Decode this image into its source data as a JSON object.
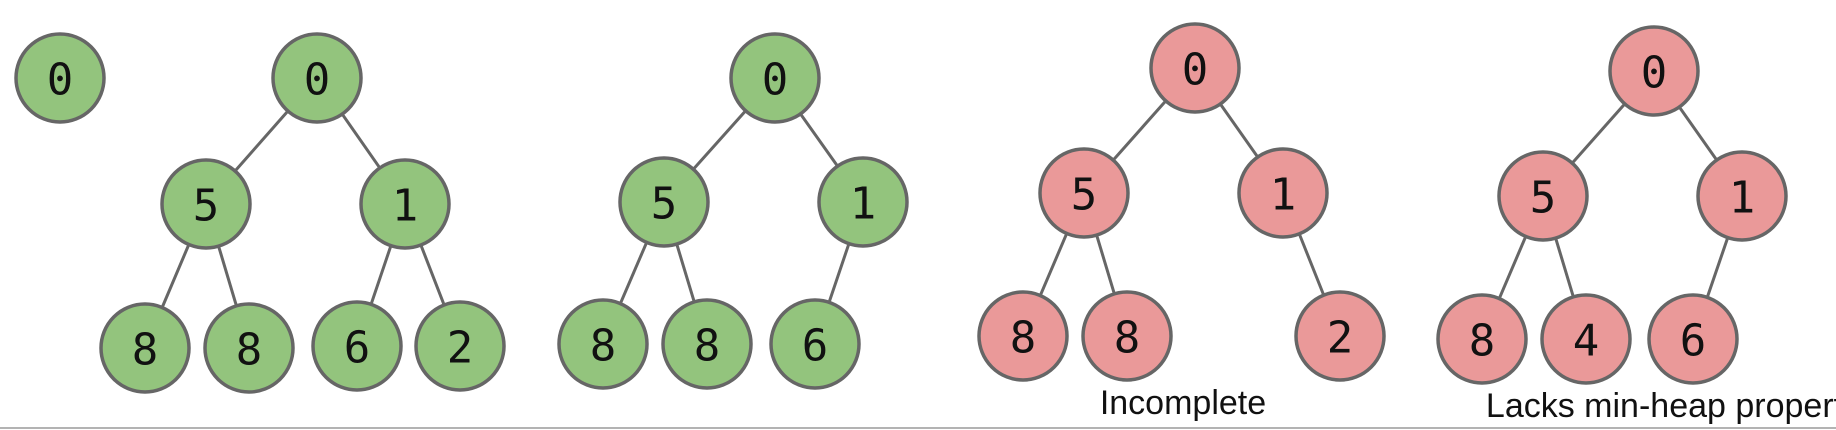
{
  "colors": {
    "valid_fill": "#93c47d",
    "invalid_fill": "#ea9999",
    "stroke": "#666666"
  },
  "trees": [
    {
      "status": "valid",
      "caption": "",
      "nodes": [
        {
          "label": "0"
        }
      ],
      "edges": []
    },
    {
      "status": "valid",
      "caption": "",
      "nodes": [
        {
          "label": "0"
        },
        {
          "label": "5"
        },
        {
          "label": "1"
        },
        {
          "label": "8"
        },
        {
          "label": "8"
        },
        {
          "label": "6"
        },
        {
          "label": "2"
        }
      ],
      "edges": [
        [
          0,
          1
        ],
        [
          0,
          2
        ],
        [
          1,
          3
        ],
        [
          1,
          4
        ],
        [
          2,
          5
        ],
        [
          2,
          6
        ]
      ]
    },
    {
      "status": "valid",
      "caption": "",
      "nodes": [
        {
          "label": "0"
        },
        {
          "label": "5"
        },
        {
          "label": "1"
        },
        {
          "label": "8"
        },
        {
          "label": "8"
        },
        {
          "label": "6"
        }
      ],
      "edges": [
        [
          0,
          1
        ],
        [
          0,
          2
        ],
        [
          1,
          3
        ],
        [
          1,
          4
        ],
        [
          2,
          5
        ]
      ]
    },
    {
      "status": "invalid",
      "caption": "Incomplete",
      "nodes": [
        {
          "label": "0"
        },
        {
          "label": "5"
        },
        {
          "label": "1"
        },
        {
          "label": "8"
        },
        {
          "label": "8"
        },
        {
          "label": "2"
        }
      ],
      "edges": [
        [
          0,
          1
        ],
        [
          0,
          2
        ],
        [
          1,
          3
        ],
        [
          1,
          4
        ],
        [
          2,
          5
        ]
      ]
    },
    {
      "status": "invalid",
      "caption": "Lacks min-heap property",
      "nodes": [
        {
          "label": "0"
        },
        {
          "label": "5"
        },
        {
          "label": "1"
        },
        {
          "label": "8"
        },
        {
          "label": "4"
        },
        {
          "label": "6"
        }
      ],
      "edges": [
        [
          0,
          1
        ],
        [
          0,
          2
        ],
        [
          1,
          3
        ],
        [
          1,
          4
        ],
        [
          2,
          5
        ]
      ]
    }
  ]
}
